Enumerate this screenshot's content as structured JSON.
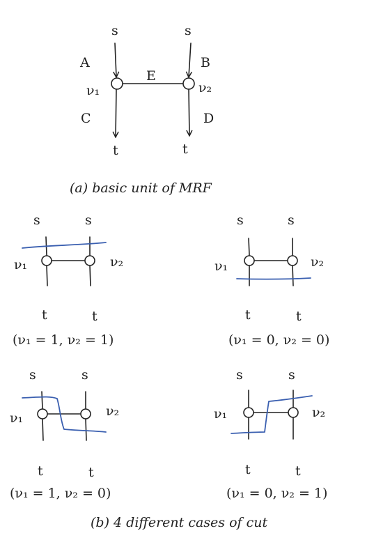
{
  "top": {
    "s_left": "s",
    "s_right": "s",
    "A": "A",
    "B": "B",
    "E": "E",
    "C": "C",
    "D": "D",
    "v1": "ν₁",
    "v2": "ν₂",
    "t_left": "t",
    "t_right": "t",
    "caption": "(a)  basic unit of MRF"
  },
  "cases": [
    {
      "s_left": "s",
      "s_right": "s",
      "v1": "ν₁",
      "v2": "ν₂",
      "t_left": "t",
      "t_right": "t",
      "label": "(ν₁ = 1,  ν₂ = 1)"
    },
    {
      "s_left": "s",
      "s_right": "s",
      "v1": "ν₁",
      "v2": "ν₂",
      "t_left": "t",
      "t_right": "t",
      "label": "(ν₁ = 0,  ν₂ = 0)"
    },
    {
      "s_left": "s",
      "s_right": "s",
      "v1": "ν₁",
      "v2": "ν₂",
      "t_left": "t",
      "t_right": "t",
      "label": "(ν₁ = 1,  ν₂ = 0)"
    },
    {
      "s_left": "s",
      "s_right": "s",
      "v1": "ν₁",
      "v2": "ν₂",
      "t_left": "t",
      "t_right": "t",
      "label": "(ν₁ = 0,  ν₂ = 1)"
    }
  ],
  "bottom_caption": "(b)  4 different cases of cut",
  "colors": {
    "ink": "#222222",
    "cut": "#3a5fb0"
  }
}
